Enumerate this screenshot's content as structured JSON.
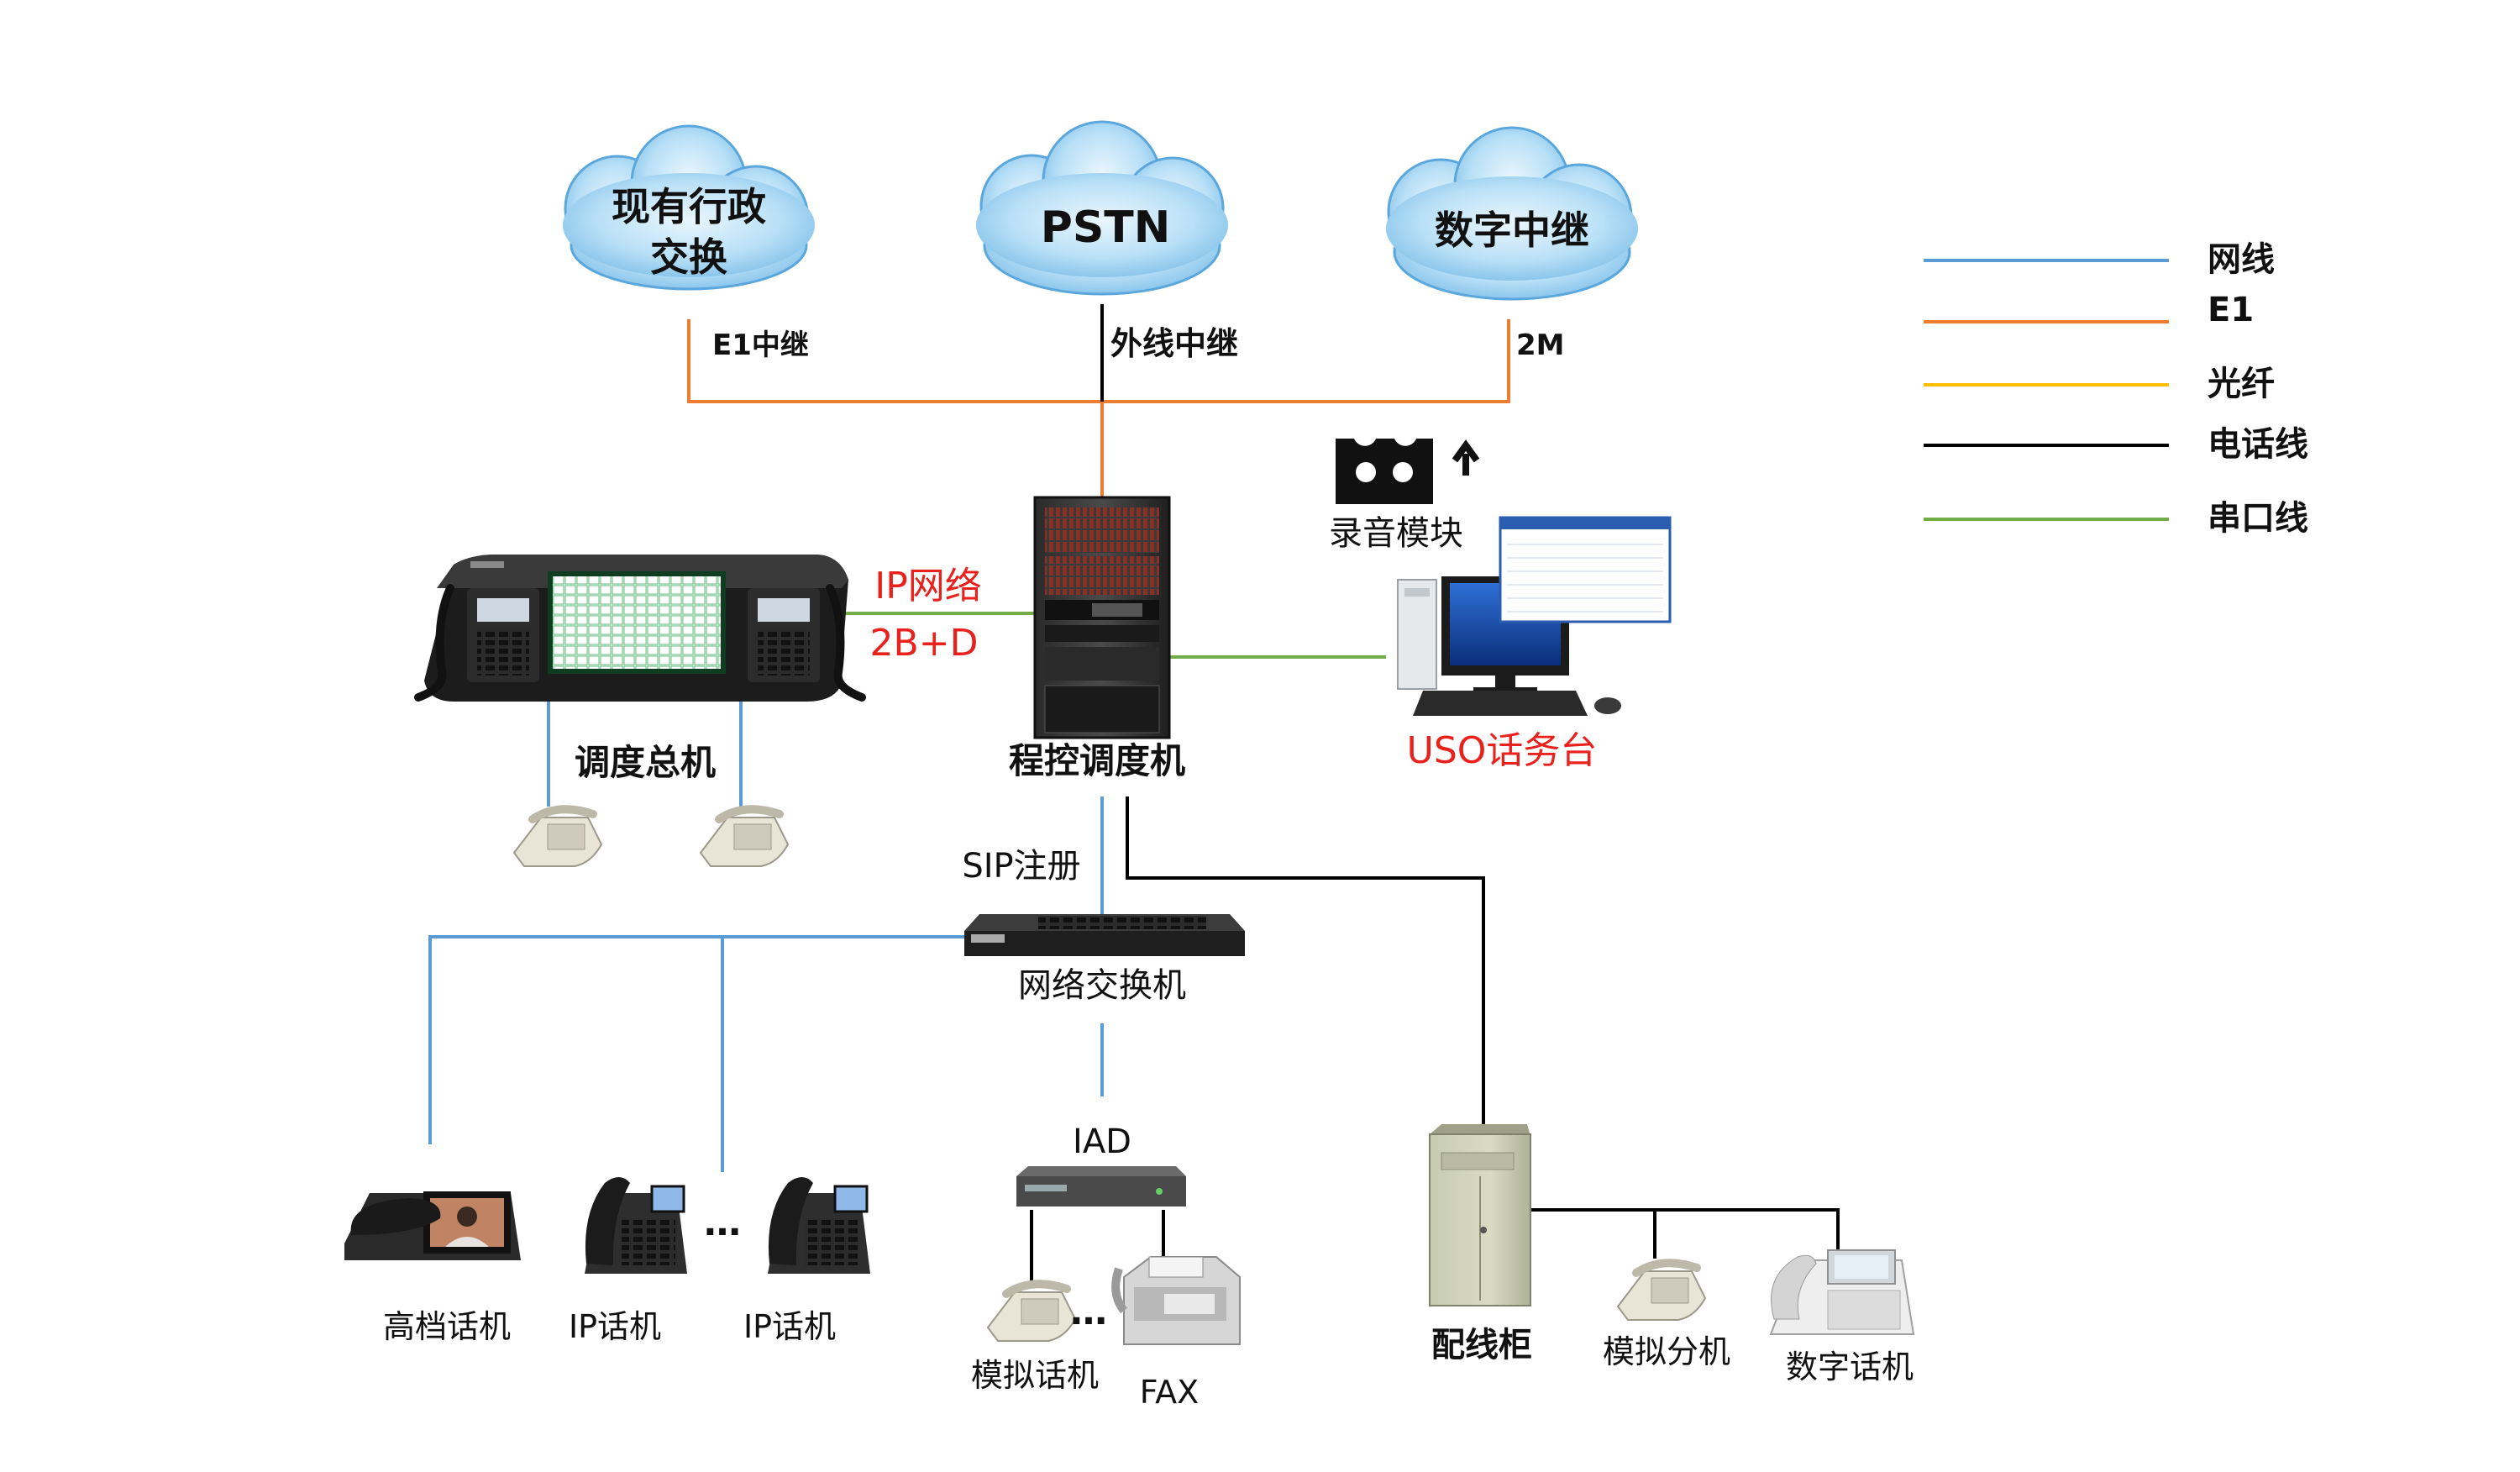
{
  "clouds": {
    "admin_exchange": "现有行政交换",
    "admin_exchange_line1": "现有行政",
    "admin_exchange_line2": "交换",
    "pstn": "PSTN",
    "digital_trunk": "数字中继"
  },
  "trunk_labels": {
    "e1_trunk": "E1中继",
    "outside_trunk": "外线中继",
    "two_m": "2M"
  },
  "devices": {
    "dispatch_console": "调度总机",
    "program_dispatcher": "程控调度机",
    "recording_module": "录音模块",
    "uso_console": "USO话务台",
    "network_switch": "网络交换机",
    "iad": "IAD",
    "distribution_cabinet": "配线柜"
  },
  "link_labels": {
    "ip_network": "IP网络",
    "isdn": "2B+D",
    "sip_register": "SIP注册"
  },
  "terminals": {
    "high_end_phone": "高档话机",
    "ip_phone_1": "IP话机",
    "ip_phone_2": "IP话机",
    "analog_phone": "模拟话机",
    "fax": "FAX",
    "analog_extension": "模拟分机",
    "digital_phone": "数字话机",
    "ellipsis": "…"
  },
  "legend": [
    {
      "label": "网线",
      "color": "#5b9bd5"
    },
    {
      "label": "E1",
      "color": "#ed7d31"
    },
    {
      "label": "光纤",
      "color": "#ffc000"
    },
    {
      "label": "电话线",
      "color": "#000000"
    },
    {
      "label": "串口线",
      "color": "#70ad47"
    }
  ],
  "colors": {
    "cable_network": "#5b9bd5",
    "cable_e1": "#ed7d31",
    "cable_phone": "#000000",
    "cable_serial": "#70ad47",
    "highlight_text": "#e8211d",
    "cloud_fill": "#a9d7f4"
  }
}
